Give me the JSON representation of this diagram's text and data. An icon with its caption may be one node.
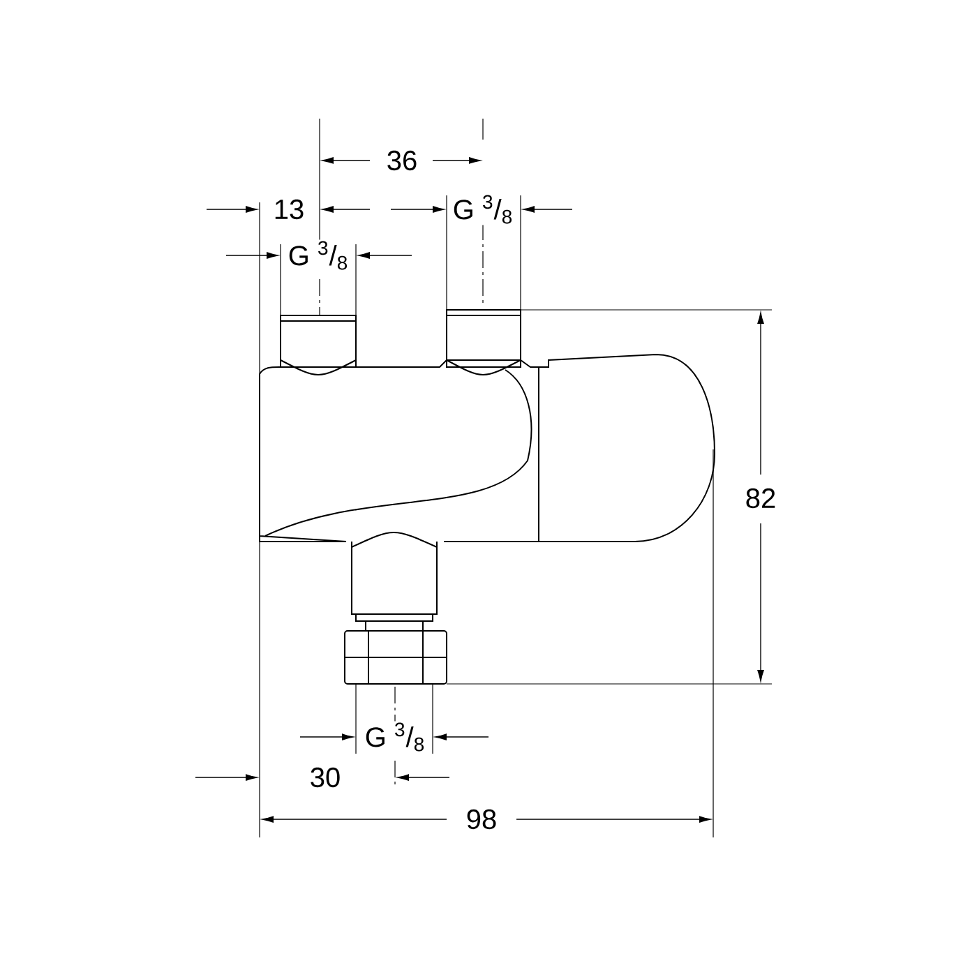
{
  "diagram": {
    "labels": [
      "36",
      "13",
      "G $^{3}$/$_{8}$",
      "G $^{3}$/$_{8}$",
      "82",
      "G $^{3}$/$_{8}$",
      "30",
      "98"
    ]
  }
}
